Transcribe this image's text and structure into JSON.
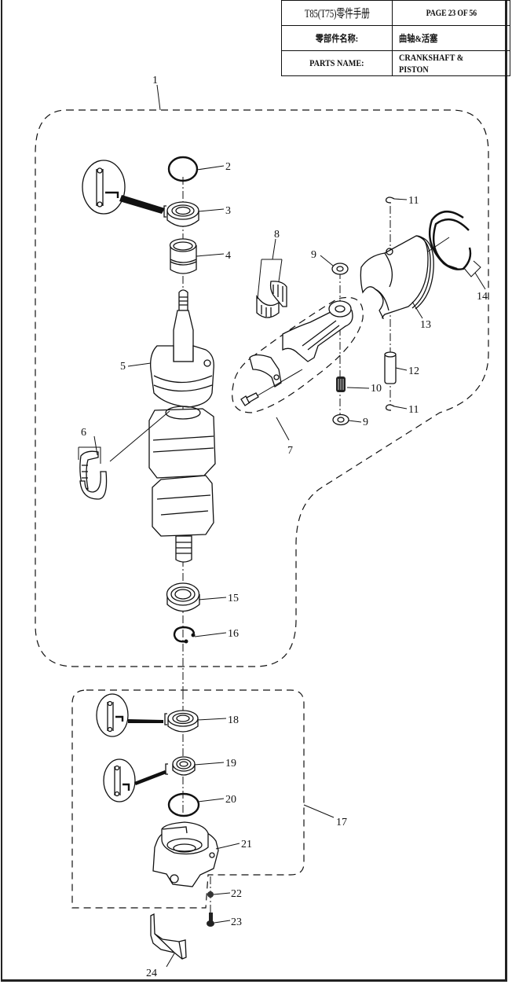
{
  "header": {
    "manual_title": "T85(T75)零件手册",
    "page_indicator": "PAGE 23 OF 56",
    "parts_name_label_cn": "零部件名称:",
    "parts_name_value_cn": "曲轴&活塞",
    "parts_name_label_en": "PARTS NAME:",
    "parts_name_value_en": "CRANKSHAFT & PISTON"
  },
  "diagram": {
    "title": "Crankshaft & piston exploded view",
    "callouts": [
      {
        "id": "1",
        "label": "1",
        "part": "crankshaft-assembly-group"
      },
      {
        "id": "2",
        "label": "2",
        "part": "o-ring-upper"
      },
      {
        "id": "3",
        "label": "3",
        "part": "oil-seal-upper"
      },
      {
        "id": "4",
        "label": "4",
        "part": "needle-bearing-upper"
      },
      {
        "id": "5",
        "label": "5",
        "part": "crankshaft"
      },
      {
        "id": "6",
        "label": "6",
        "part": "main-bearing-split"
      },
      {
        "id": "7",
        "label": "7",
        "part": "connecting-rod-assembly"
      },
      {
        "id": "8",
        "label": "8",
        "part": "big-end-bearing"
      },
      {
        "id": "9a",
        "label": "9",
        "part": "washer-upper"
      },
      {
        "id": "9b",
        "label": "9",
        "part": "washer-lower"
      },
      {
        "id": "10",
        "label": "10",
        "part": "small-end-bearing"
      },
      {
        "id": "11a",
        "label": "11",
        "part": "piston-pin-clip-upper"
      },
      {
        "id": "11b",
        "label": "11",
        "part": "piston-pin-clip-lower"
      },
      {
        "id": "12",
        "label": "12",
        "part": "piston-pin"
      },
      {
        "id": "13",
        "label": "13",
        "part": "piston"
      },
      {
        "id": "14",
        "label": "14",
        "part": "piston-rings"
      },
      {
        "id": "15",
        "label": "15",
        "part": "ball-bearing-lower"
      },
      {
        "id": "16",
        "label": "16",
        "part": "circlip"
      },
      {
        "id": "17",
        "label": "17",
        "part": "lower-housing-assembly"
      },
      {
        "id": "18",
        "label": "18",
        "part": "oil-seal-lower-1"
      },
      {
        "id": "19",
        "label": "19",
        "part": "oil-seal-lower-2"
      },
      {
        "id": "20",
        "label": "20",
        "part": "o-ring-lower"
      },
      {
        "id": "21",
        "label": "21",
        "part": "lower-bearing-housing"
      },
      {
        "id": "22",
        "label": "22",
        "part": "washer"
      },
      {
        "id": "23",
        "label": "23",
        "part": "bolt"
      },
      {
        "id": "24",
        "label": "24",
        "part": "bracket"
      }
    ]
  }
}
